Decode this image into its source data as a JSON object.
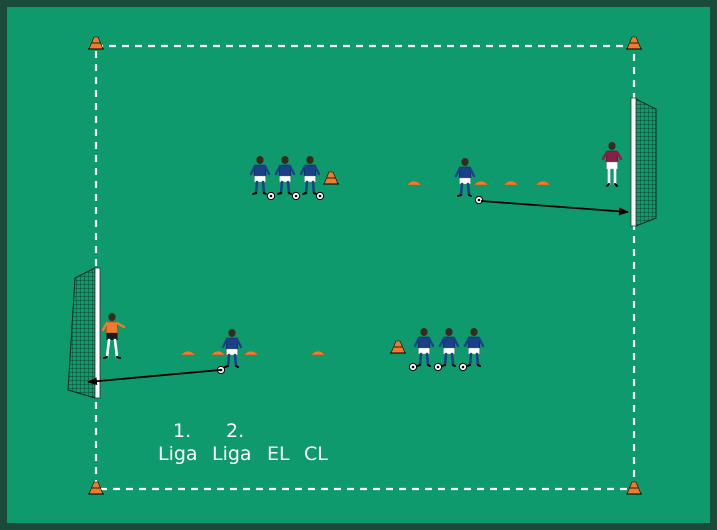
{
  "colors": {
    "pitch": "#0e9a6c",
    "border": "#1a4a3a",
    "lines": "#ffffff",
    "cone": "#f07a2e",
    "shirt": "#1c3f8a",
    "shorts": "#ffffff",
    "keeper_right": "#8a1e4a",
    "keeper_left": "#f07a2e",
    "net": "#2d6e4a"
  },
  "labels": {
    "liga1_number": "1.",
    "liga1_word": "Liga",
    "liga2_number": "2.",
    "liga2_word": "Liga",
    "el": "EL",
    "cl": "CL"
  },
  "icons": [
    "cone-icon",
    "marker-cone-icon",
    "player-icon",
    "goalkeeper-icon",
    "ball-icon",
    "goal-icon",
    "pass-arrow-icon"
  ]
}
